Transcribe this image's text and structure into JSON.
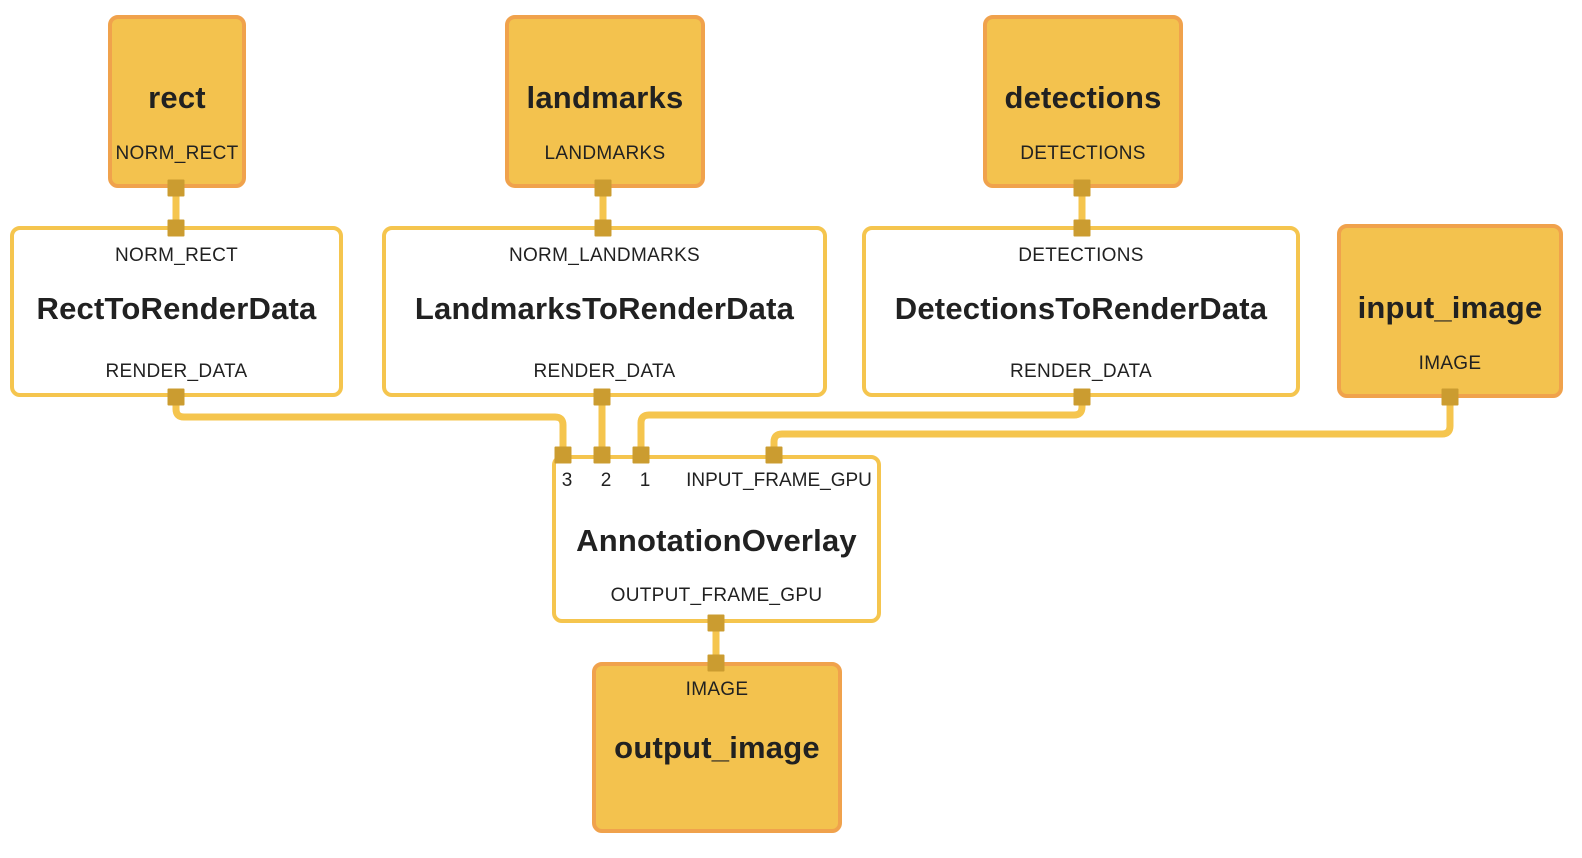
{
  "diagram": {
    "type": "dataflow-graph",
    "colors": {
      "stream_node_fill": "#F3C24E",
      "stream_node_border": "#F0A24C",
      "calculator_node_fill": "#FFFFFF",
      "calculator_node_border": "#F5C54E",
      "edge": "#F5C54E",
      "port": "#CB9C30",
      "text": "#212121",
      "background": "#FFFFFF"
    },
    "nodes": {
      "rect": {
        "title": "rect",
        "output_label": "NORM_RECT"
      },
      "landmarks": {
        "title": "landmarks",
        "output_label": "LANDMARKS"
      },
      "detections": {
        "title": "detections",
        "output_label": "DETECTIONS"
      },
      "rect_to_render_data": {
        "input_label": "NORM_RECT",
        "title": "RectToRenderData",
        "output_label": "RENDER_DATA"
      },
      "landmarks_to_render_data": {
        "input_label": "NORM_LANDMARKS",
        "title": "LandmarksToRenderData",
        "output_label": "RENDER_DATA"
      },
      "detections_to_render_data": {
        "input_label": "DETECTIONS",
        "title": "DetectionsToRenderData",
        "output_label": "RENDER_DATA"
      },
      "input_image": {
        "title": "input_image",
        "output_label": "IMAGE"
      },
      "annotation_overlay": {
        "input_labels": [
          "3",
          "2",
          "1",
          "INPUT_FRAME_GPU"
        ],
        "title": "AnnotationOverlay",
        "output_label": "OUTPUT_FRAME_GPU"
      },
      "output_image": {
        "input_label": "IMAGE",
        "title": "output_image"
      }
    },
    "edges": [
      {
        "from": "rect.NORM_RECT",
        "to": "rect_to_render_data.NORM_RECT"
      },
      {
        "from": "landmarks.LANDMARKS",
        "to": "landmarks_to_render_data.NORM_LANDMARKS"
      },
      {
        "from": "detections.DETECTIONS",
        "to": "detections_to_render_data.DETECTIONS"
      },
      {
        "from": "rect_to_render_data.RENDER_DATA",
        "to": "annotation_overlay.3"
      },
      {
        "from": "landmarks_to_render_data.RENDER_DATA",
        "to": "annotation_overlay.2"
      },
      {
        "from": "detections_to_render_data.RENDER_DATA",
        "to": "annotation_overlay.1"
      },
      {
        "from": "input_image.IMAGE",
        "to": "annotation_overlay.INPUT_FRAME_GPU"
      },
      {
        "from": "annotation_overlay.OUTPUT_FRAME_GPU",
        "to": "output_image.IMAGE"
      }
    ]
  }
}
